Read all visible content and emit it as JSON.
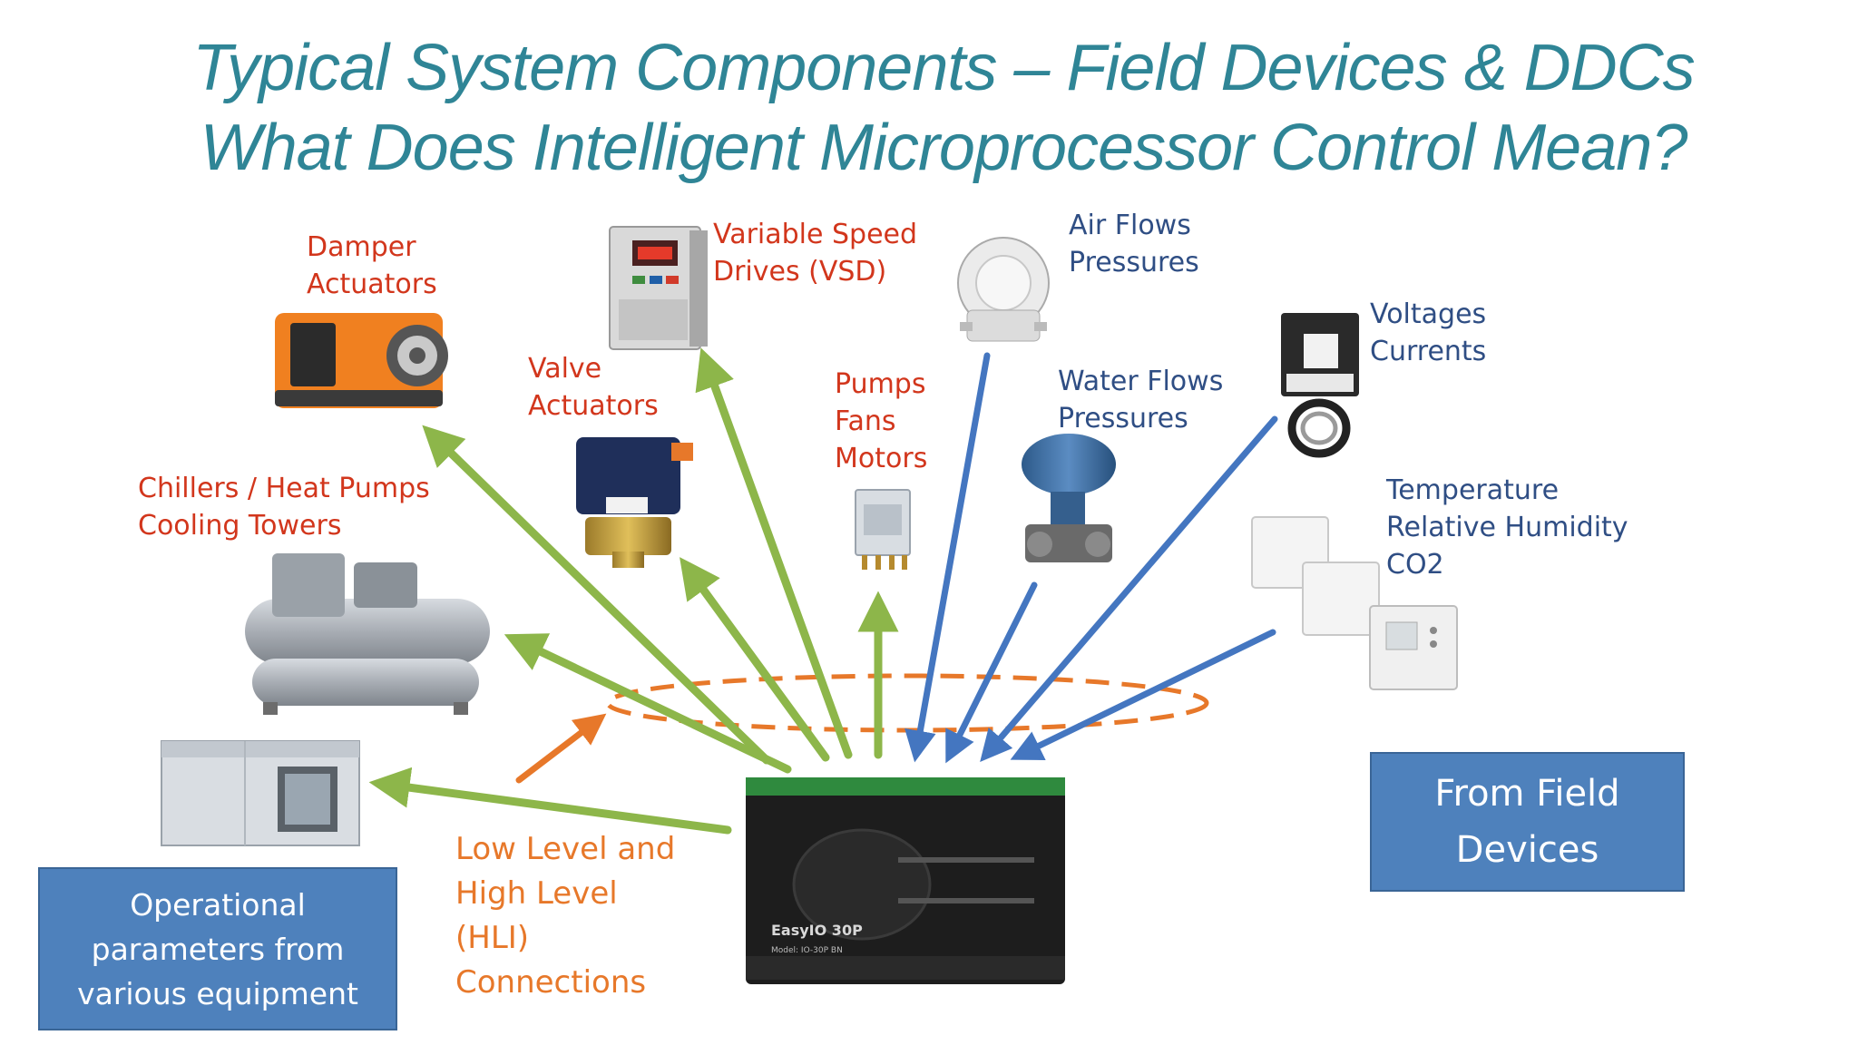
{
  "title": {
    "line1": "Typical System Components – Field Devices & DDCs",
    "line2": "What Does Intelligent Microprocessor Control Mean?"
  },
  "outputs": [
    {
      "id": "damper",
      "lines": [
        "Damper",
        "Actuators"
      ]
    },
    {
      "id": "vsd",
      "lines": [
        "Variable Speed",
        "Drives (VSD)"
      ]
    },
    {
      "id": "valve",
      "lines": [
        "Valve",
        "Actuators"
      ]
    },
    {
      "id": "pumps",
      "lines": [
        "Pumps",
        "Fans",
        "Motors"
      ]
    },
    {
      "id": "chillers",
      "lines": [
        "Chillers / Heat Pumps",
        "Cooling Towers"
      ]
    }
  ],
  "inputs": [
    {
      "id": "air",
      "lines": [
        "Air Flows",
        "Pressures"
      ]
    },
    {
      "id": "voltages",
      "lines": [
        "Voltages",
        "Currents"
      ]
    },
    {
      "id": "water",
      "lines": [
        "Water Flows",
        "Pressures"
      ]
    },
    {
      "id": "temperature",
      "lines": [
        "Temperature",
        "Relative Humidity",
        "CO2"
      ]
    }
  ],
  "connections": {
    "lines": [
      "Low Level and",
      "High Level",
      "(HLI)",
      "Connections"
    ]
  },
  "boxes": {
    "operational": [
      "Operational",
      "parameters from",
      "various equipment"
    ],
    "field": [
      "From Field",
      "Devices"
    ]
  },
  "controller": {
    "brand": "EasyIO 30P",
    "model": "Model: IO-30P BN"
  },
  "colors": {
    "title": "#2f8596",
    "output_label": "#d2361c",
    "input_label": "#2f4e84",
    "output_arrow": "#8db64a",
    "input_arrow": "#4476c0",
    "hli": "#e7782a",
    "box_fill": "#4e81bc"
  }
}
